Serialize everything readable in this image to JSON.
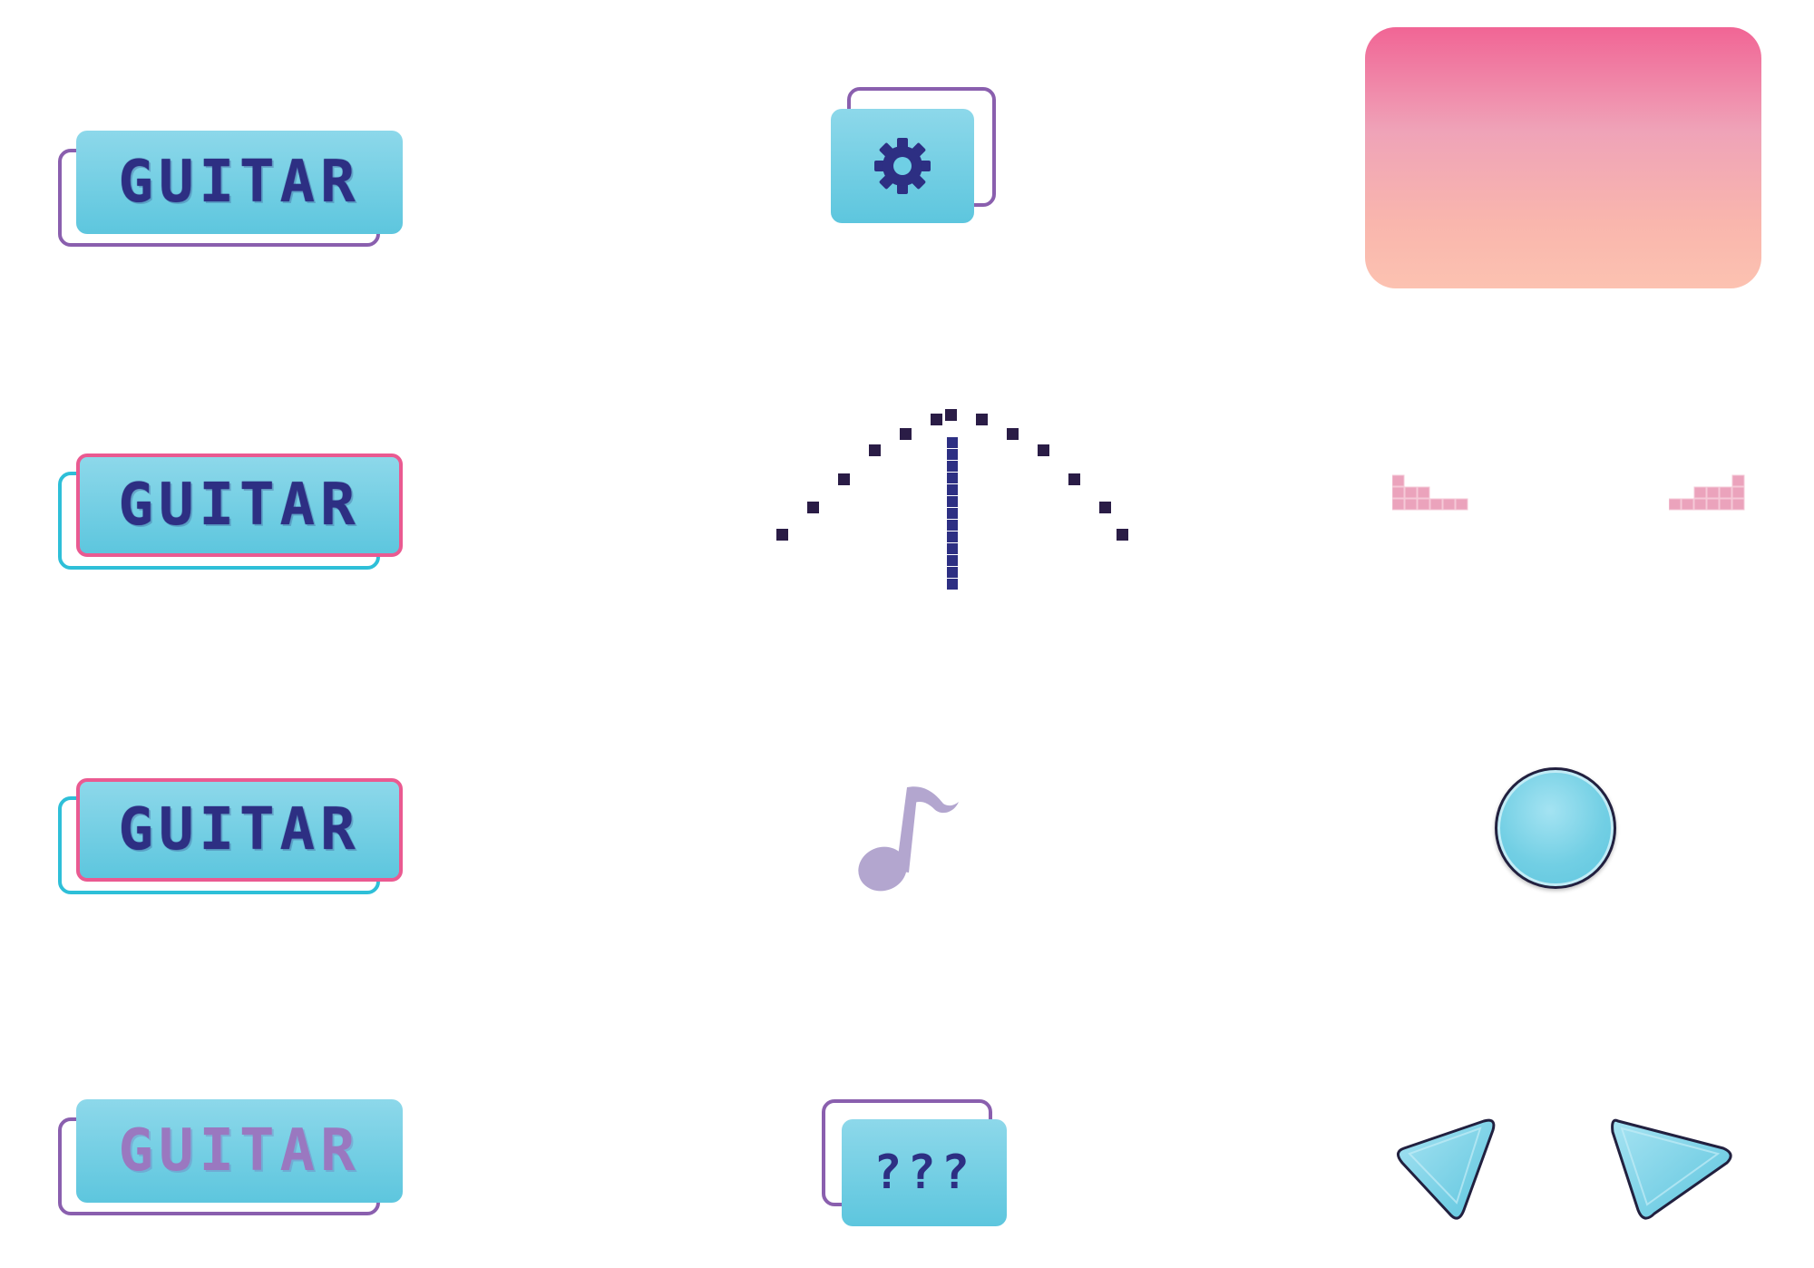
{
  "buttons": {
    "normal": "GUITAR",
    "hover": "GUITAR",
    "pressed": "GUITAR",
    "disabled": "GUITAR"
  },
  "unknown_button": {
    "label": "???"
  },
  "icons": {
    "settings": "gear-icon",
    "note": "music-note-icon",
    "volume_down": "volume-down-icon",
    "volume_up": "volume-up-icon",
    "left": "arrow-left-icon",
    "right": "arrow-right-icon"
  },
  "colors": {
    "button_fill": "#6fcfe5",
    "label": "#2d2f83",
    "outline_purple": "#8a5fae",
    "outline_cyan": "#2ebfd8",
    "outline_pink": "#ea5a91",
    "panel_top": "#f16595",
    "panel_bottom": "#fcc2b1",
    "note": "#b3a6cf",
    "meter_pink": "#eba3bc"
  },
  "tuner": {
    "needle_position": 0.5
  }
}
